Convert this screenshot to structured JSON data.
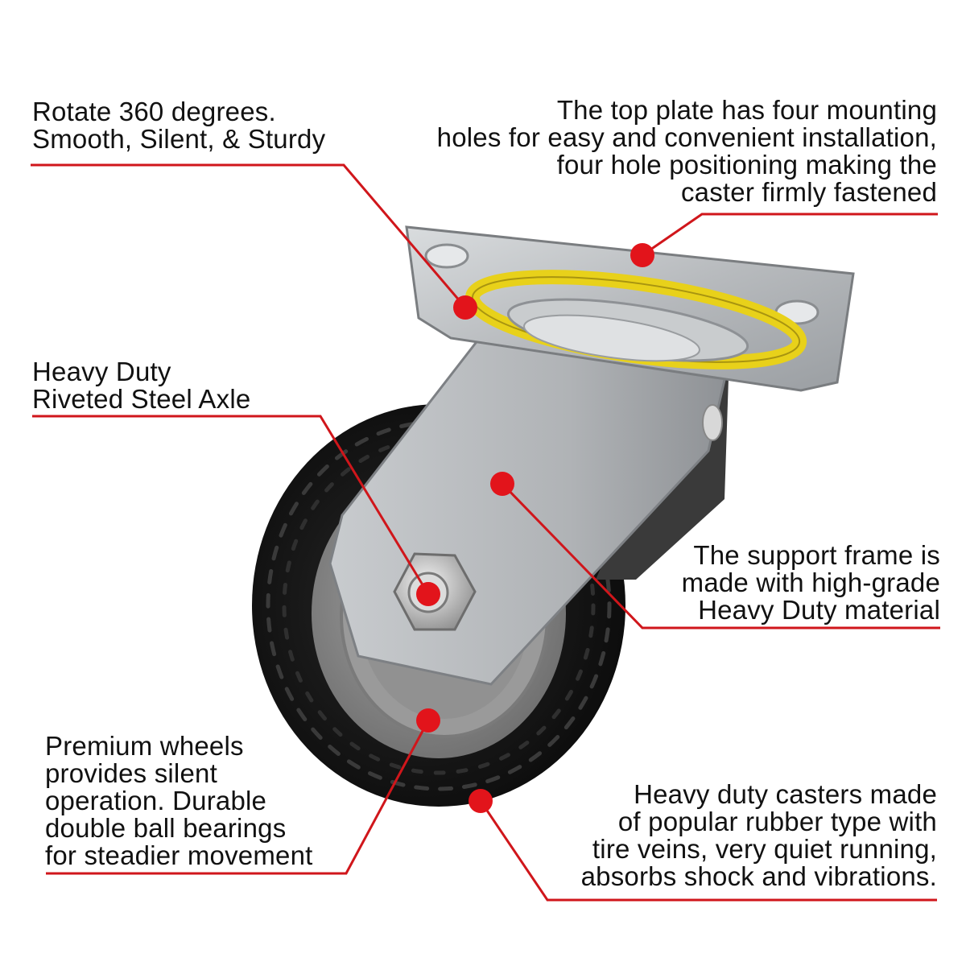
{
  "colors": {
    "leader_line": "#d0161b",
    "dot": "#e2141b",
    "text": "#111111",
    "tire": "#141414",
    "hub": "#8b8b8b",
    "steel": "#b9bcbf",
    "yellow_ring": "#e8d11a"
  },
  "callouts": {
    "rotate": {
      "lines": [
        "Rotate 360 degrees.",
        "Smooth, Silent, & Sturdy"
      ]
    },
    "top_plate": {
      "lines": [
        "The top plate has four mounting",
        "holes for easy and convenient installation,",
        "four hole positioning making the",
        "caster firmly fastened"
      ]
    },
    "axle": {
      "lines": [
        "Heavy Duty",
        "Riveted Steel Axle"
      ]
    },
    "frame": {
      "lines": [
        "The support frame is",
        "made with high-grade",
        "Heavy Duty material"
      ]
    },
    "wheels": {
      "lines": [
        "Premium wheels",
        "provides silent",
        "operation. Durable",
        "double ball bearings",
        "for steadier movement"
      ]
    },
    "casters": {
      "lines": [
        "Heavy duty casters made",
        "of popular rubber type with",
        "tire veins, very quiet running,",
        "absorbs shock and vibrations."
      ]
    }
  }
}
